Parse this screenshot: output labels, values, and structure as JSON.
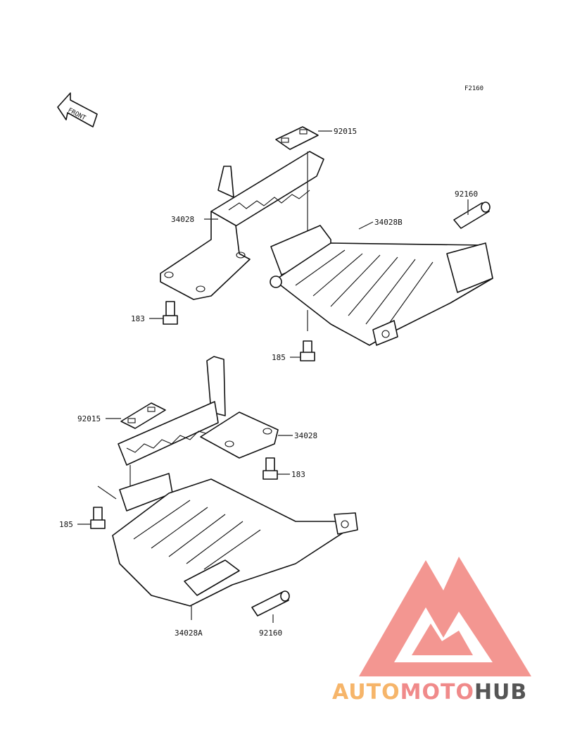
{
  "diagram": {
    "figure_code": "F2160",
    "front_label": "FRONT",
    "parts": [
      {
        "label": "92015"
      },
      {
        "label": "34028"
      },
      {
        "label": "92160"
      },
      {
        "label": "34028B"
      },
      {
        "label": "183"
      },
      {
        "label": "185"
      },
      {
        "label": "92015"
      },
      {
        "label": "34028"
      },
      {
        "label": "183"
      },
      {
        "label": "185"
      },
      {
        "label": "34028A"
      },
      {
        "label": "92160"
      }
    ]
  },
  "watermark": {
    "part1": "AUTO",
    "part2": "MOTO",
    "part3": "HUB",
    "color1": "#f6b56a",
    "color2": "#f08a8a",
    "color3": "#555555",
    "logo_color": "#f28b86"
  }
}
